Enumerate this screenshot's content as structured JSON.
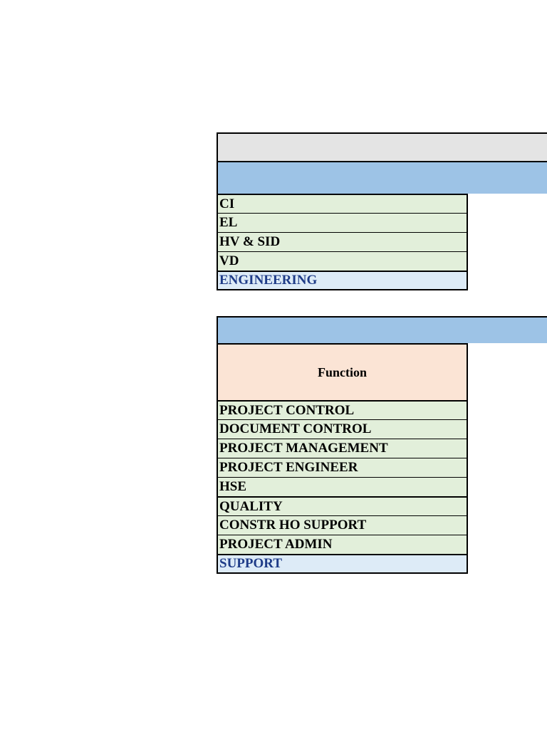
{
  "engineering_table": {
    "rows": [
      "CI",
      "EL",
      "HV & SID",
      "VD"
    ],
    "total": "ENGINEERING"
  },
  "support_table": {
    "header": "Function",
    "rows": [
      "PROJECT CONTROL",
      "DOCUMENT CONTROL",
      "PROJECT MANAGEMENT",
      "PROJECT ENGINEER",
      "HSE",
      "QUALITY",
      "CONSTR HO SUPPORT",
      "PROJECT ADMIN"
    ],
    "total": "SUPPORT"
  },
  "colors": {
    "gray_band": "#e4e4e4",
    "blue_band": "#9dc3e6",
    "data_row": "#e2efda",
    "total_row": "#ddebf7",
    "total_text": "#1f3c88",
    "function_header": "#fbe4d5"
  }
}
